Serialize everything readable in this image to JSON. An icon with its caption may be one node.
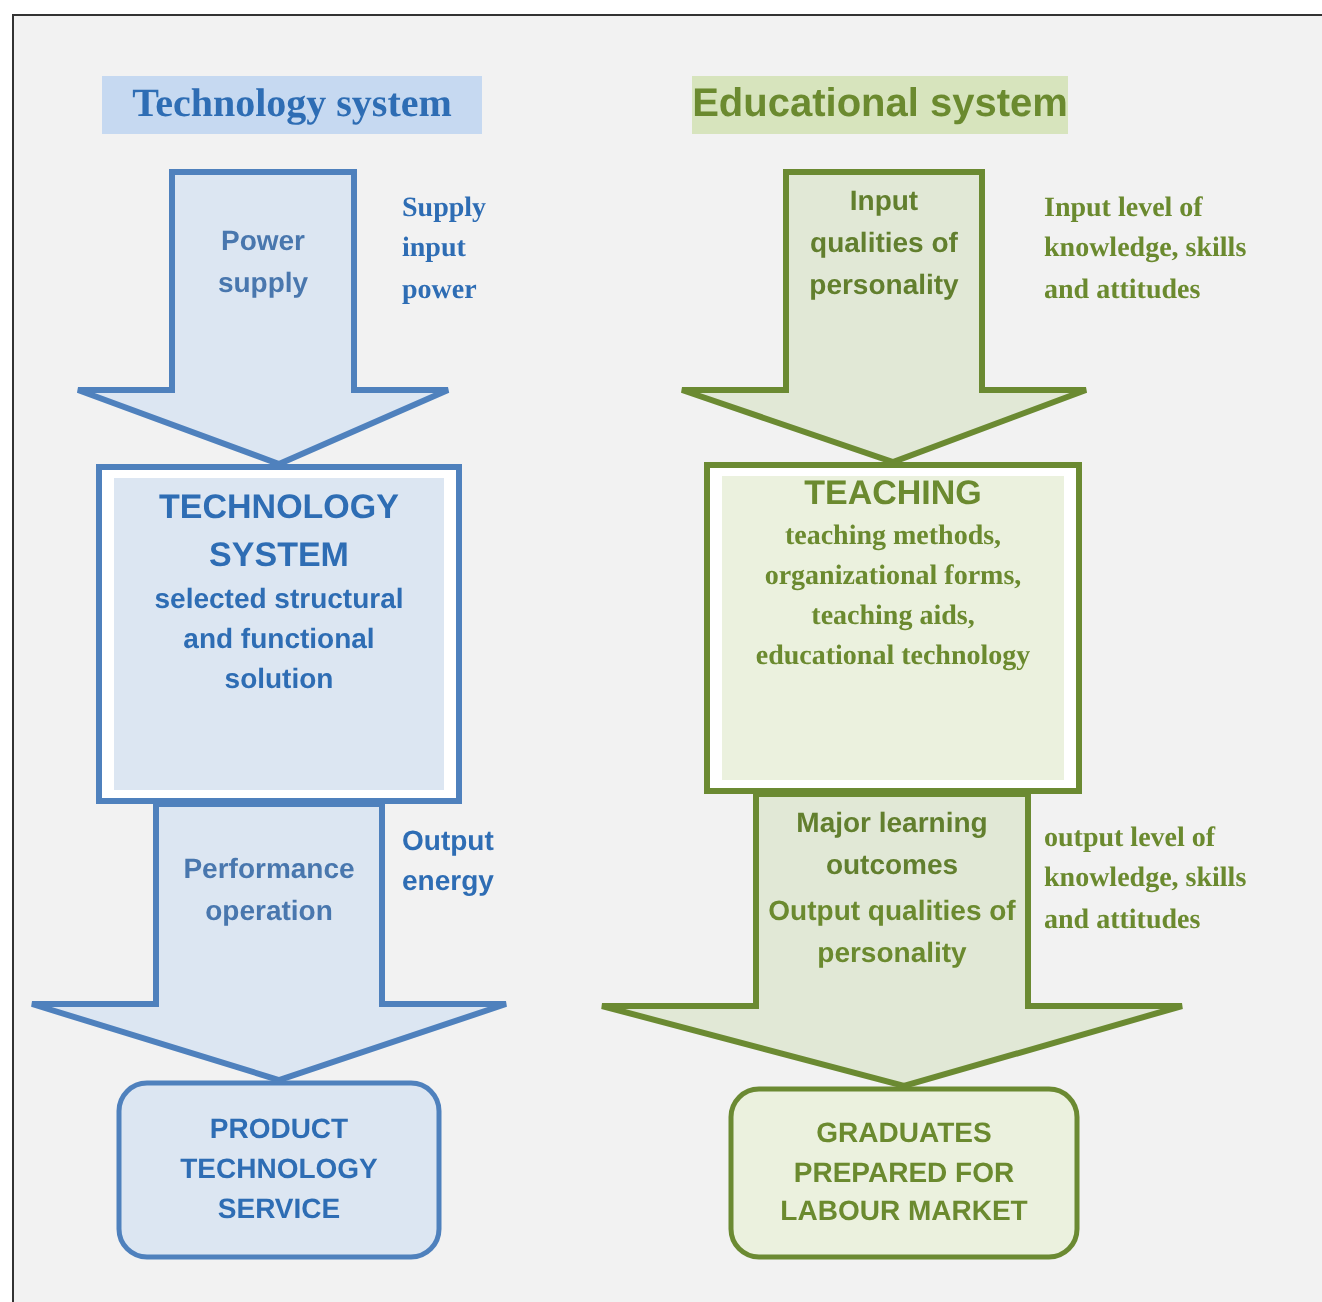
{
  "diagram": {
    "nodes": [
      {
        "text": [
          "TECHNOLOGY SYSTEM",
          "selected structural and functional solution"
        ]
      },
      {
        "text": [
          "PRODUCT TECHNOLOGY SERVICE"
        ]
      },
      {
        "text": [
          "TEACHING",
          "teaching methods, organizational forms, teaching aids, educational technology"
        ]
      },
      {
        "text": [
          "GRADUATES PREPARED FOR LABOUR MARKET"
        ]
      }
    ],
    "edges": [
      {
        "from": null,
        "to": 0,
        "arrow": "to",
        "label": "Power supply",
        "style": "thick"
      },
      {
        "from": 0,
        "to": 1,
        "arrow": "to",
        "label": "Performance operation",
        "style": "thick"
      },
      {
        "from": null,
        "to": 2,
        "arrow": "to",
        "label": "Input qualities of personality",
        "style": "thick",
        "color": "#6b8a32"
      },
      {
        "from": 2,
        "to": 3,
        "arrow": "to",
        "label": "Major learning outcomes",
        "style": "thick",
        "color": "#6b8a32"
      }
    ],
    "labels": [
      "Technology system",
      "Educational system",
      "Supply input power",
      "Input level of knowledge, skills and attitudes",
      "Output energy",
      "Output qualities of personality",
      "output level of knowledge, skills and attitudes"
    ]
  }
}
